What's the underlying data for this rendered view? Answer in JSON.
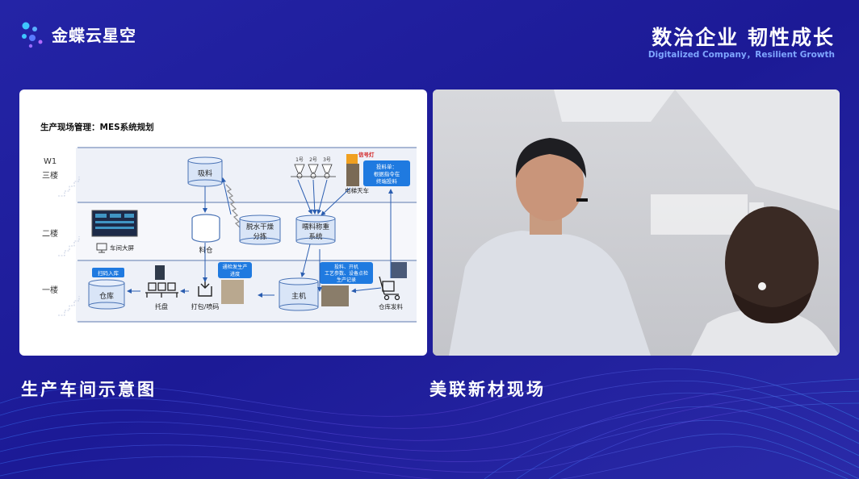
{
  "brand": {
    "name": "金蝶云星空"
  },
  "slogan": {
    "cn": "数治企业 韧性成长",
    "en": "Digitalized Company，Resilient Growth"
  },
  "slide": {
    "title": "生产现场管理：MES系统规划",
    "floors": {
      "w1": "W1",
      "third": "三楼",
      "second": "二楼",
      "first": "一楼"
    },
    "nodes": {
      "suction": "吸料",
      "silo": "料仓",
      "dewater_l1": "脱水干燥",
      "dewater_l2": "分拣",
      "feed_l1": "喂料称重",
      "feed_l2": "系统",
      "host": "主机",
      "warehouse": "仓库",
      "big_screen": "车间大屏",
      "pallet": "托盘",
      "packing": "打包/喷码",
      "warehouse_out": "仓库发料",
      "elevator": "电梯天车",
      "signal_light": "信号灯",
      "scan_tag": "扫码入库",
      "progress_l1": "通检发生产",
      "progress_l2": "进度",
      "dispatch_l1": "投料单：",
      "dispatch_l2": "根据指令在",
      "dispatch_l3": "终端投料",
      "record_l1": "投料、开机",
      "record_l2": "工艺参数、设备点检",
      "record_l3": "生产记录"
    },
    "hoppers": [
      "1号",
      "2号",
      "3号"
    ]
  },
  "captions": {
    "left": "生产车间示意图",
    "right": "美联新材现场"
  },
  "colors": {
    "accent": "#1f7ae0",
    "bg": "#1a1a8a"
  }
}
